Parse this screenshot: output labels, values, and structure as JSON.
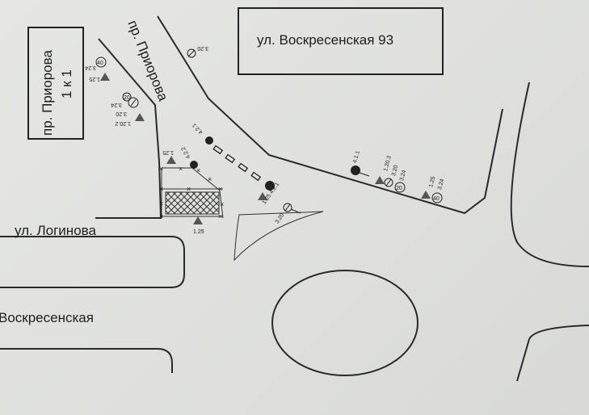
{
  "streets": {
    "box_left_line1": "пр. Приорова",
    "box_left_line2": "1 к 1",
    "box_top": "ул. Воскресенская 93",
    "road_prior": "пр. Приорова",
    "loginova": "ул. Логинова",
    "voskresenskaya": "Воскресенская"
  },
  "signs": {
    "top_320": "3.20",
    "left_a_324": "3.24",
    "left_a_125": "1.25",
    "left_a_num": "40",
    "left_b_324": "3.24",
    "left_b_320": "3.20",
    "left_b_1202": "1.20.2",
    "left_b_num": "20",
    "zone_125": "1.25",
    "zone_422": "4.2.2",
    "mid_421": "4.2.1",
    "zone_bottom_125": "1.25",
    "mid_125_421": "1.25 4.2.1",
    "island_320": "3.20",
    "right_411": "4.1.1",
    "right_1203": "1.20.3",
    "right_320": "3.20",
    "right_324": "3.24",
    "right_num20": "20",
    "far_125": "1.25",
    "far_324": "3.24",
    "far_num40": "40"
  }
}
